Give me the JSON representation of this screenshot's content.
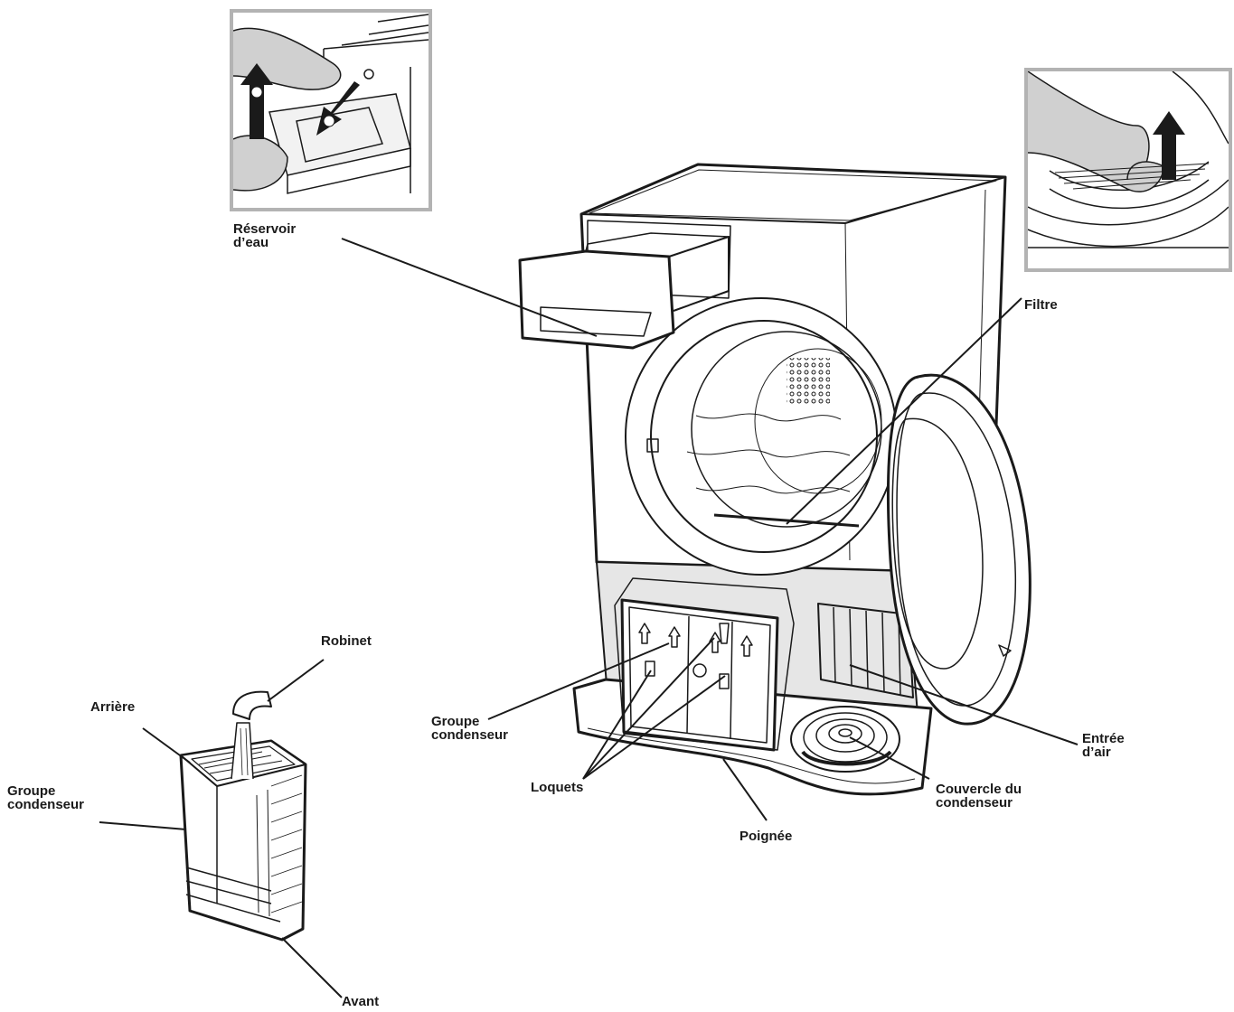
{
  "labels": {
    "reservoir": [
      "Réservoir",
      "d’eau"
    ],
    "filtre": "Filtre",
    "robinet": "Robinet",
    "arriere": "Arrière",
    "groupe_left": [
      "Groupe",
      "condenseur"
    ],
    "groupe_mid": [
      "Groupe",
      "condenseur"
    ],
    "loquets": "Loquets",
    "poignee": "Poignée",
    "couvercle": [
      "Couvercle du",
      "condenseur"
    ],
    "entree": [
      "Entrée",
      "d’air"
    ],
    "avant": "Avant"
  },
  "icons": {
    "reservoir_inset": "reservoir-removal-illustration",
    "filter_inset": "filter-removal-illustration",
    "dryer": "condenser-dryer-illustration",
    "condenser": "condenser-unit-illustration"
  },
  "colors": {
    "line": "#1a1a1a",
    "inset_border": "#b3b3b3",
    "panel_fill": "#e6e6e6"
  }
}
